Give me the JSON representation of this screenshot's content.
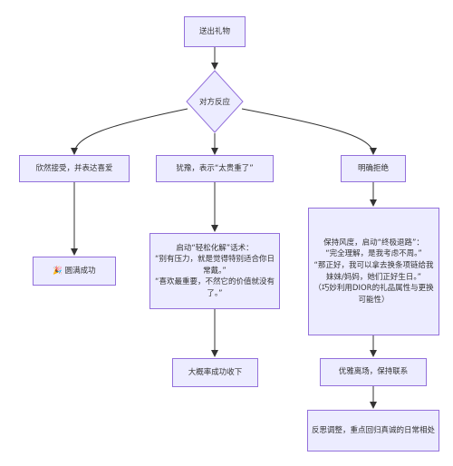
{
  "nodes": {
    "send_gift": "送出礼物",
    "reaction": "对方反应",
    "accept": "欣然接受，并表达喜爱",
    "hesitate": "犹豫，表示“太贵重了”",
    "refuse": "明确拒绝",
    "success": "🎉 圆满成功",
    "soft_script": "启动“轻松化解”话术：\n“别有压力，就是觉得特别适合你日常戴。”\n“喜欢最重要，不然它的价值就没有了。”",
    "likely_accept": "大概率成功收下",
    "graceful_retreat": "保持风度，启动“终极退路”：\n“完全理解，是我考虑不周。”\n“那正好，我可以拿去换条项链给我妹妹/妈妈，她们正好生日。”\n（巧妙利用DIOR的礼品属性与更换可能性）",
    "exit_keep_contact": "优雅离场，保持联系",
    "reflect": "反思调整，重点回归真诚的日常相处"
  },
  "colors": {
    "node_fill": "#ECECFF",
    "node_border": "#9370DB",
    "edge": "#333333",
    "text": "#333333"
  }
}
